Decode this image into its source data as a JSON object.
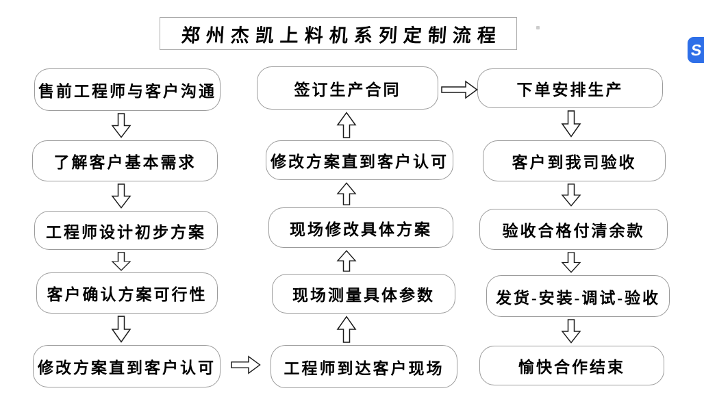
{
  "title": {
    "text": "郑州杰凯上料机系列定制流程"
  },
  "nodes": {
    "left": [
      "售前工程师与客户沟通",
      "了解客户基本需求",
      "工程师设计初步方案",
      "客户确认方案可行性",
      "修改方案直到客户认可"
    ],
    "middle": [
      "签订生产合同",
      "修改方案直到客户认可",
      "现场修改具体方案",
      "现场测量具体参数",
      "工程师到达客户现场"
    ],
    "right": [
      "下单安排生产",
      "客户到我司验收",
      "验收合格付清余款",
      "发货-安装-调试-验收",
      "愉快合作结束"
    ]
  },
  "icons": {
    "side_logo": "s-logo",
    "down_arrow": "down-block-arrow",
    "up_arrow": "up-block-arrow",
    "right_arrow": "right-block-arrow"
  },
  "colors": {
    "background": "#ffffff",
    "box_border": "#9b9b9b",
    "title_border": "#aaaaaa",
    "arrow_outline": "#1a1a1a",
    "text": "#000000",
    "side_logo_bg": "#2e6fe8",
    "side_logo_glyph": "#ffffff"
  }
}
